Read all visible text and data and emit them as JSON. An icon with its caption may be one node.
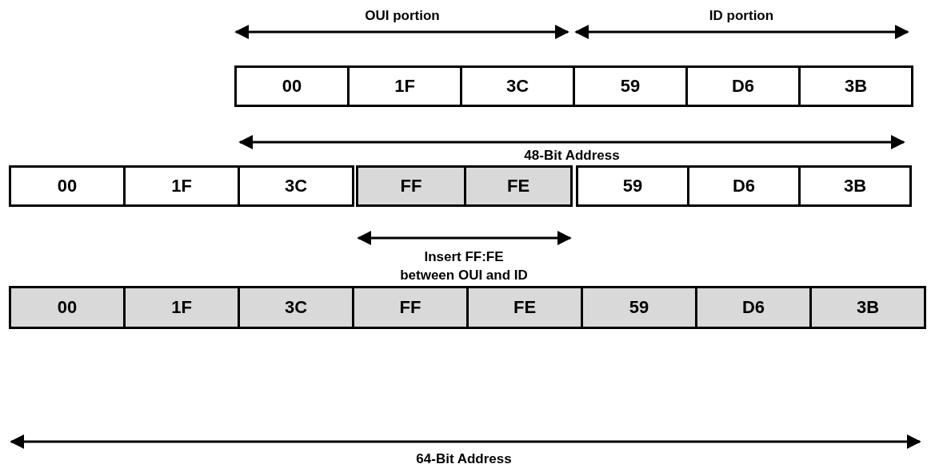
{
  "diagram": {
    "nodes": [
      {
        "text": [
          "00"
        ]
      },
      {
        "text": [
          "1F"
        ]
      },
      {
        "text": [
          "3C"
        ]
      },
      {
        "text": [
          "59"
        ]
      },
      {
        "text": [
          "D6"
        ]
      },
      {
        "text": [
          "3B"
        ]
      },
      {
        "text": [
          "00"
        ]
      },
      {
        "text": [
          "1F"
        ]
      },
      {
        "text": [
          "3C"
        ]
      },
      {
        "text": [
          "FF"
        ]
      },
      {
        "text": [
          "FE"
        ]
      },
      {
        "text": [
          "59"
        ]
      },
      {
        "text": [
          "D6"
        ]
      },
      {
        "text": [
          "3B"
        ]
      },
      {
        "text": [
          "00"
        ]
      },
      {
        "text": [
          "1F"
        ]
      },
      {
        "text": [
          "3C"
        ]
      },
      {
        "text": [
          "FF"
        ]
      },
      {
        "text": [
          "FE"
        ]
      },
      {
        "text": [
          "59"
        ]
      },
      {
        "text": [
          "D6"
        ]
      },
      {
        "text": [
          "3B"
        ]
      }
    ],
    "labels": [
      "OUI portion",
      "ID portion",
      "48-Bit Address",
      "Insert FF:FE between OUI and ID",
      "64-Bit Address"
    ]
  }
}
